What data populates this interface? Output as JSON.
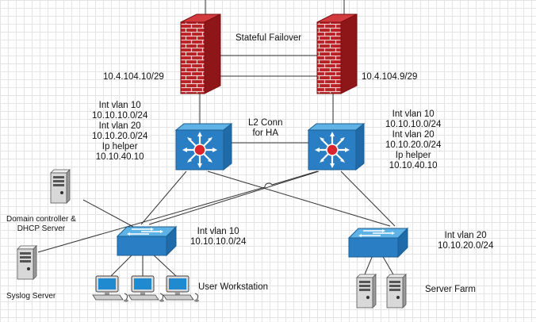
{
  "labels": {
    "stateful_failover": "Stateful Failover",
    "fw_left_ip": "10.4.104.10/29",
    "fw_right_ip": "10.4.104.9/29",
    "l2_conn": "L2 Conn\nfor HA",
    "core_left_config": "Int vlan 10\n10.10.10.0/24\nInt vlan 20\n10.10.20.0/24\nIp helper\n10.10.40.10",
    "core_right_config": "Int vlan 10\n10.10.10.0/24\nInt vlan 20\n10.10.20.0/24\nIp helper\n10.10.40.10",
    "domain_controller": "Domain controller &\nDHCP Server",
    "syslog_server": "Syslog Server",
    "access_left_config": "Int vlan 10\n10.10.10.0/24",
    "access_right_config": "Int vlan 20\n10.10.20.0/24",
    "user_workstation": "User Workstation",
    "server_farm": "Server Farm"
  },
  "colors": {
    "firewall_brick": "#b82024",
    "firewall_mortar": "#f0d0d0",
    "switch_blue": "#2a7fc4",
    "switch_light": "#5fb2e6",
    "core_star": "#d9262e",
    "server_grey": "#d8d8d8",
    "link_line": "#333333"
  },
  "icons": {
    "firewall": "brick-wall-icon",
    "core_switch": "multilayer-switch-icon",
    "access_switch": "workgroup-switch-icon",
    "server": "tower-server-icon",
    "workstation": "desktop-pc-icon"
  }
}
